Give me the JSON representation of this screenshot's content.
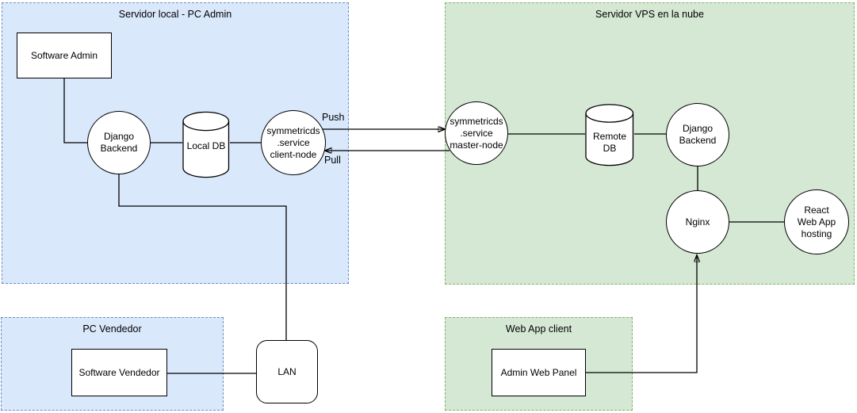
{
  "groups": {
    "servidor_local": {
      "title": "Servidor local - PC Admin"
    },
    "servidor_vps": {
      "title": "Servidor VPS en la nube"
    },
    "pc_vendedor": {
      "title": "PC Vendedor"
    },
    "web_app_client": {
      "title": "Web App client"
    }
  },
  "nodes": {
    "software_admin": {
      "label": "Software Admin",
      "shape": "rectangle"
    },
    "django_backend_local": {
      "label": "Django\nBackend",
      "shape": "circle"
    },
    "local_db": {
      "label": "Local DB",
      "shape": "cylinder"
    },
    "symmetricds_client": {
      "label": "symmetricds\n.service\nclient-node",
      "shape": "circle"
    },
    "symmetricds_master": {
      "label": "symmetricds\n.service\nmaster-node",
      "shape": "circle"
    },
    "remote_db": {
      "label": "Remote\nDB",
      "shape": "cylinder"
    },
    "django_backend_vps": {
      "label": "Django\nBackend",
      "shape": "circle"
    },
    "nginx": {
      "label": "Nginx",
      "shape": "circle"
    },
    "react_web_app_hosting": {
      "label": "React\nWeb App\nhosting",
      "shape": "circle"
    },
    "lan": {
      "label": "LAN",
      "shape": "rounded-rectangle"
    },
    "software_vendedor": {
      "label": "Software Vendedor",
      "shape": "rectangle"
    },
    "admin_web_panel": {
      "label": "Admin Web Panel",
      "shape": "rectangle"
    }
  },
  "edge_labels": {
    "push": "Push",
    "pull": "Pull"
  },
  "colors": {
    "local_group_fill": "#dae8fc",
    "local_group_stroke": "#6c8ebf",
    "vps_group_fill": "#d5e8d4",
    "vps_group_stroke": "#82b366",
    "node_fill": "#ffffff",
    "node_stroke": "#000000"
  }
}
